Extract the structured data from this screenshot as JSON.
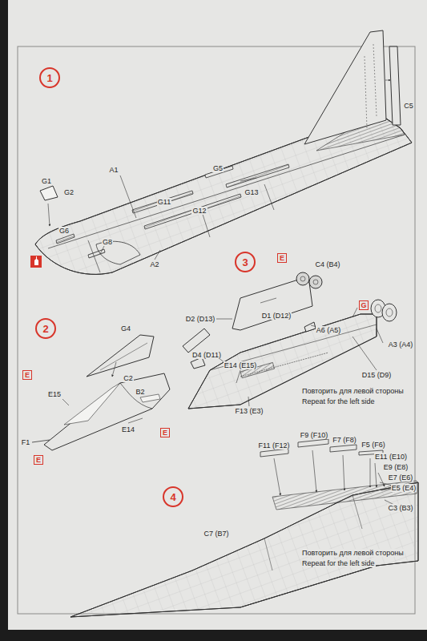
{
  "diagram": {
    "nodes": [
      {
        "text": [
          "1"
        ]
      },
      {
        "text": [
          "2"
        ]
      },
      {
        "text": [
          "E"
        ]
      },
      {
        "text": [
          "E"
        ]
      },
      {
        "text": [
          "E"
        ]
      },
      {
        "text": [
          "3"
        ]
      },
      {
        "text": [
          "E"
        ]
      },
      {
        "text": [
          "G"
        ]
      },
      {
        "text": [
          "4"
        ]
      }
    ],
    "labels": [
      "G1",
      "G2",
      "A1",
      "G11",
      "G5",
      "G13",
      "C5",
      "G6",
      "G8",
      "G12",
      "A2",
      "G4",
      "E15",
      "C2",
      "B2",
      "E14",
      "F1",
      "C4 (B4)",
      "D2 (D13)",
      "D1 (D12)",
      "A6 (A5)",
      "A3 (A4)",
      "D4 (D11)",
      "E14 (E15)",
      "D15 (D9)",
      "F13 (E3)",
      "Повторить для левой стороны",
      "Repeat for the left side",
      "F11 (F12)",
      "F9 (F10)",
      "F7 (F8)",
      "F5 (F6)",
      "E11 (E10)",
      "E9 (E8)",
      "E7 (E6)",
      "E5 (E4)",
      "C3 (B3)",
      "C7 (B7)",
      "Повторить для левой стороны",
      "Repeat for the left side"
    ]
  }
}
